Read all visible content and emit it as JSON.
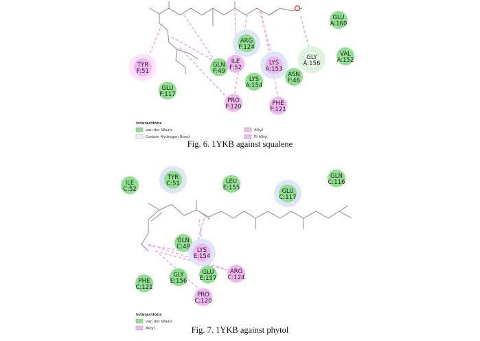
{
  "colors": {
    "vdw_fill": "#8fe08f",
    "vdw_halo": "#e0f2e0",
    "hbond_fill": "#e9f8e9",
    "alkyl_fill": "#f2b7f0",
    "alkyl_halo": "#fbe4fa",
    "solvent_halo": "#dde6f7",
    "alkyl_line": "#f2a6ee",
    "hbond_line": "#8fe08f",
    "bond_line": "#8a8a8a",
    "oxygen": "#e02020"
  },
  "figures": [
    {
      "caption": "Fig. 6. 1YKB against squalene",
      "legend": {
        "title": "Interactions",
        "items": [
          {
            "label": "van der Waals",
            "kind": "vdw"
          },
          {
            "label": "Carbon Hydrogen Bond",
            "kind": "hbond"
          },
          {
            "label": "Alkyl",
            "kind": "alkyl"
          },
          {
            "label": "Pi-Alkyl",
            "kind": "alkyl"
          }
        ]
      },
      "residues": [
        {
          "id": "tyr51",
          "line1": "TYR",
          "line2": "F:51",
          "kind": "alkyl"
        },
        {
          "id": "glu117",
          "line1": "GLU",
          "line2": "F:117",
          "kind": "vdw"
        },
        {
          "id": "arg124",
          "line1": "ARG",
          "line2": "F:124",
          "kind": "vdw"
        },
        {
          "id": "gln49",
          "line1": "GLN",
          "line2": "F:49",
          "kind": "vdw"
        },
        {
          "id": "ile52",
          "line1": "ILE",
          "line2": "F:52",
          "kind": "alkyl"
        },
        {
          "id": "lys153",
          "line1": "LYS",
          "line2": "A:153",
          "kind": "alkyl"
        },
        {
          "id": "lys154",
          "line1": "LYS",
          "line2": "A:154",
          "kind": "vdw"
        },
        {
          "id": "asn46",
          "line1": "ASN",
          "line2": "F:46",
          "kind": "vdw"
        },
        {
          "id": "gly156",
          "line1": "GLY",
          "line2": "A:156",
          "kind": "hbond"
        },
        {
          "id": "glu160",
          "line1": "GLU",
          "line2": "A:160",
          "kind": "vdw"
        },
        {
          "id": "val152",
          "line1": "VAL",
          "line2": "A:152",
          "kind": "vdw"
        },
        {
          "id": "pro120",
          "line1": "PRO",
          "line2": "F:120",
          "kind": "alkyl"
        },
        {
          "id": "phe121",
          "line1": "PHE",
          "line2": "F:121",
          "kind": "alkyl"
        }
      ]
    },
    {
      "caption": "Fig. 7. 1YKB against phytol",
      "legend": {
        "title": "Interactions",
        "items": [
          {
            "label": "van der Waals",
            "kind": "vdw"
          },
          {
            "label": "Alkyl",
            "kind": "alkyl"
          }
        ]
      },
      "residues": [
        {
          "id": "ile52",
          "line1": "ILE",
          "line2": "C:52",
          "kind": "vdw"
        },
        {
          "id": "tyr51",
          "line1": "TYR",
          "line2": "C:51",
          "kind": "vdw"
        },
        {
          "id": "leu155",
          "line1": "LEU",
          "line2": "E:155",
          "kind": "vdw"
        },
        {
          "id": "glu117",
          "line1": "GLU",
          "line2": "C:117",
          "kind": "vdw"
        },
        {
          "id": "gln116",
          "line1": "GLN",
          "line2": "C:116",
          "kind": "vdw"
        },
        {
          "id": "gln49",
          "line1": "GLN",
          "line2": "C:49",
          "kind": "vdw"
        },
        {
          "id": "lys154",
          "line1": "LYS",
          "line2": "E:154",
          "kind": "alkyl"
        },
        {
          "id": "glu157",
          "line1": "GLU",
          "line2": "E:157",
          "kind": "vdw"
        },
        {
          "id": "arg124",
          "line1": "ARG",
          "line2": "C:124",
          "kind": "alkyl"
        },
        {
          "id": "gly156",
          "line1": "GLY",
          "line2": "E:156",
          "kind": "vdw"
        },
        {
          "id": "phe121",
          "line1": "PHE",
          "line2": "C:121",
          "kind": "vdw"
        },
        {
          "id": "pro120",
          "line1": "PRO",
          "line2": "C:120",
          "kind": "alkyl"
        }
      ]
    }
  ]
}
